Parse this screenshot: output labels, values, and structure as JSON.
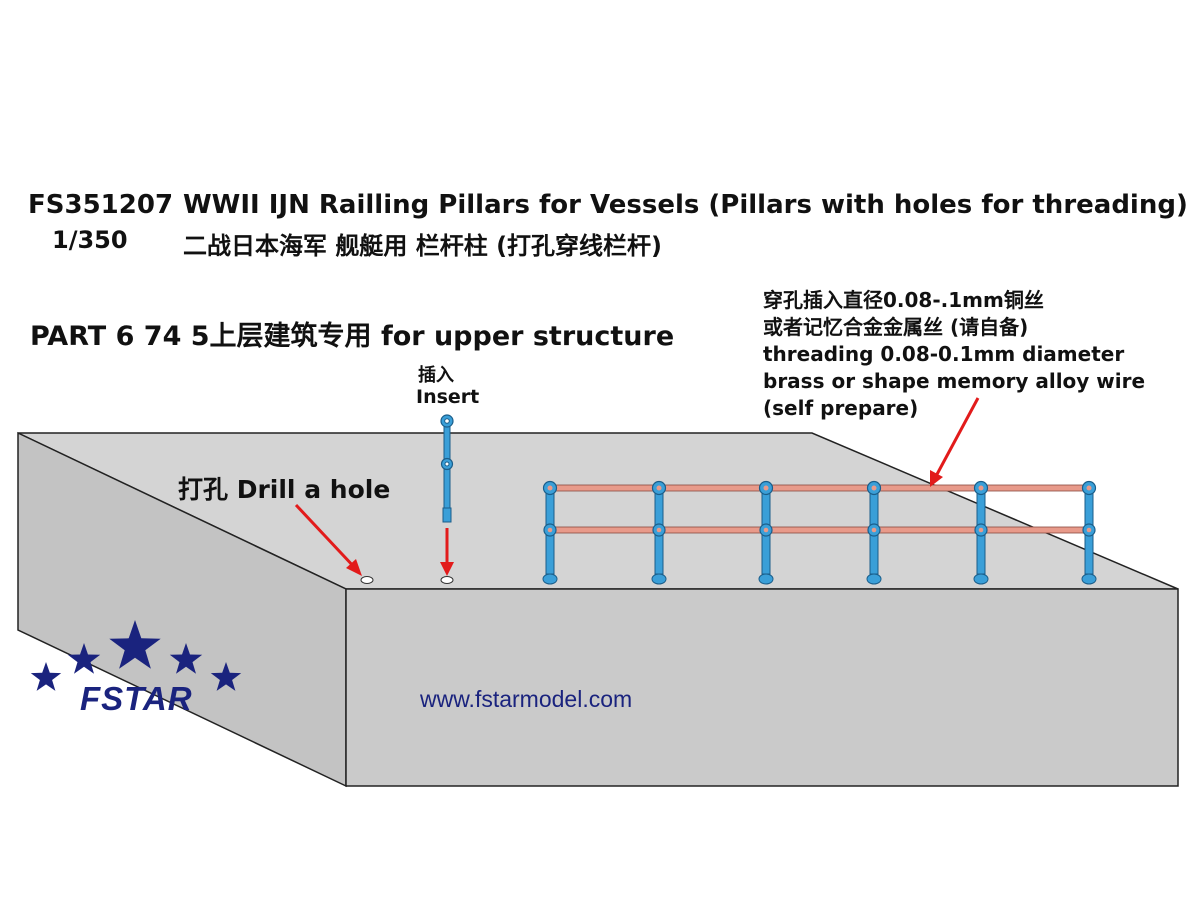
{
  "header": {
    "code": "FS351207",
    "scale": "1/350",
    "title_en": "WWII IJN Railling Pillars for Vessels (Pillars with holes for threading)",
    "title_cn": "二战日本海军 舰艇用 栏杆柱 (打孔穿线栏杆)"
  },
  "part_label": "PART 6 74 5上层建筑专用 for upper structure",
  "threading_note": {
    "line1": "穿孔插入直径0.08-.1mm铜丝",
    "line2": "或者记忆合金金属丝 (请自备)",
    "line3": "threading 0.08-0.1mm diameter",
    "line4": "brass or shape memory alloy wire",
    "line5": "(self prepare)"
  },
  "insert_label": {
    "cn": "插入",
    "en": "Insert"
  },
  "drill_label": "打孔 Drill a hole",
  "website": "www.fstarmodel.com",
  "logo": {
    "text": "FSTAR",
    "icon": "five-stars-icon",
    "color": "#1a237e"
  },
  "colors": {
    "pillar": "#3a9fd8",
    "wire": "#e89a8a",
    "arrow": "#e21b1b",
    "deck_top": "#d4d4d4",
    "deck_side": "#c6c6c6"
  }
}
